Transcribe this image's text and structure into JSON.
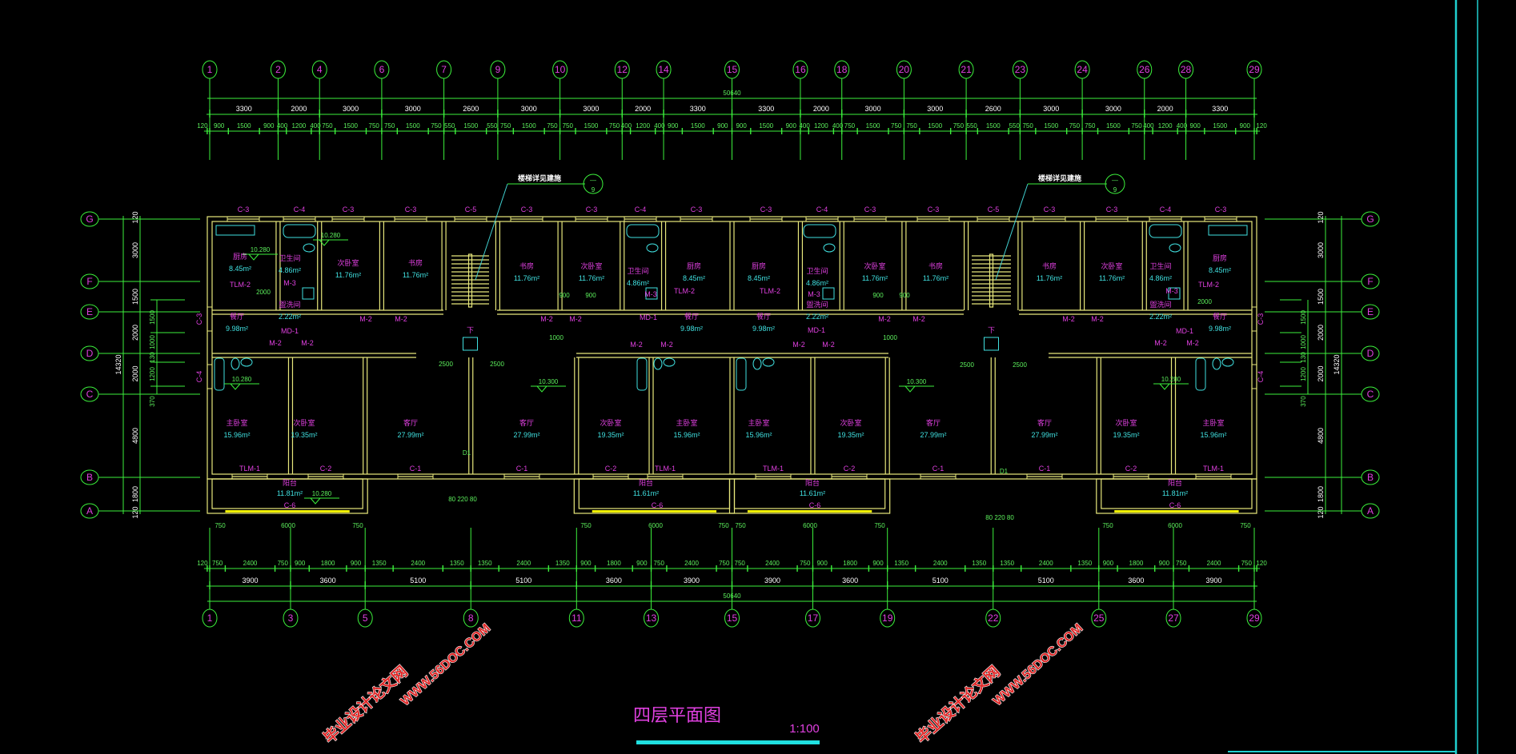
{
  "drawing": {
    "title": "四层平面图",
    "scale": "1:100"
  },
  "colors": {
    "background": "#000000",
    "dimension": "#3cf03c",
    "wall": "#e8e87c",
    "label": "#e040e0",
    "area": "#40e0e0",
    "frame": "#20d0d0",
    "watermark": "#e02828"
  },
  "axes_top": [
    "1",
    "2",
    "4",
    "6",
    "7",
    "9",
    "10",
    "12",
    "14",
    "15",
    "16",
    "18",
    "20",
    "21",
    "23",
    "24",
    "26",
    "28",
    "29"
  ],
  "axes_bottom": [
    "1",
    "3",
    "5",
    "8",
    "11",
    "13",
    "15",
    "17",
    "19",
    "22",
    "25",
    "27",
    "29"
  ],
  "axes_rows": [
    "G",
    "F",
    "E",
    "D",
    "C",
    "B",
    "A"
  ],
  "dims_top": {
    "total": "50640",
    "bays": [
      3300,
      2000,
      3000,
      3000,
      2600,
      3000,
      3000,
      2000,
      3300,
      3300,
      2000,
      3000,
      3000,
      2600,
      3000,
      3000,
      2000,
      3300
    ],
    "detail": [
      120,
      900,
      1500,
      900,
      400,
      1200,
      400,
      750,
      1500,
      750,
      750,
      1500,
      750,
      550,
      1500,
      550,
      750,
      1500,
      750,
      750,
      1500,
      750,
      400,
      1200,
      400,
      900,
      1500,
      900,
      900,
      1500,
      900,
      400,
      1200,
      400,
      750,
      1500,
      750,
      750,
      1500,
      750,
      550,
      1500,
      550,
      750,
      1500,
      750,
      750,
      1500,
      750,
      400,
      1200,
      400,
      900,
      1500,
      900,
      120
    ]
  },
  "dims_bottom": {
    "total": "50640",
    "bays": [
      3900,
      3600,
      5100,
      5100,
      3600,
      3900,
      3900,
      3600,
      5100,
      5100,
      3600,
      3900
    ],
    "detail": [
      120,
      750,
      2400,
      750,
      900,
      1800,
      900,
      1350,
      2400,
      1350,
      1350,
      2400,
      1350,
      900,
      1800,
      900,
      750,
      2400,
      750,
      750,
      2400,
      750,
      900,
      1800,
      900,
      1350,
      2400,
      1350,
      1350,
      2400,
      1350,
      900,
      1800,
      900,
      750,
      2400,
      750,
      120
    ]
  },
  "dims_left": {
    "total": "14320",
    "rows": [
      "120",
      "3000",
      "1500",
      "2000",
      "2000",
      "4800",
      "1800",
      "120"
    ],
    "detail": [
      "1500",
      "1000",
      "130",
      "1200",
      "370"
    ]
  },
  "dims_right": {
    "total": "14320",
    "rows": [
      "120",
      "3000",
      "1500",
      "2000",
      "2000",
      "4800",
      "1800",
      "120"
    ],
    "detail": [
      "1500",
      "1000",
      "130",
      "1200",
      "370"
    ]
  },
  "rooms": [
    {
      "name": "厨房",
      "area": "8.45m²"
    },
    {
      "name": "卫生间",
      "area": "4.86m²"
    },
    {
      "name": "次卧室",
      "area": "11.76m²"
    },
    {
      "name": "书房",
      "area": "11.76m²"
    },
    {
      "name": "书房",
      "area": "11.76m²"
    },
    {
      "name": "次卧室",
      "area": "11.76m²"
    },
    {
      "name": "卫生间",
      "area": "4.86m²"
    },
    {
      "name": "厨房",
      "area": "8.45m²"
    },
    {
      "name": "厨房",
      "area": "8.45m²"
    },
    {
      "name": "卫生间",
      "area": "4.86m²"
    },
    {
      "name": "次卧室",
      "area": "11.76m²"
    },
    {
      "name": "书房",
      "area": "11.76m²"
    },
    {
      "name": "书房",
      "area": "11.76m²"
    },
    {
      "name": "次卧室",
      "area": "11.76m²"
    },
    {
      "name": "卫生间",
      "area": "4.86m²"
    },
    {
      "name": "厨房",
      "area": "8.45m²"
    },
    {
      "name": "餐厅",
      "area": "9.98m²"
    },
    {
      "name": "盥洗间",
      "area": "2.22m²"
    },
    {
      "name": "餐厅",
      "area": "9.98m²"
    },
    {
      "name": "餐厅",
      "area": "9.98m²"
    },
    {
      "name": "盥洗间",
      "area": "2.22m²"
    },
    {
      "name": "盥洗间",
      "area": "2.22m²"
    },
    {
      "name": "餐厅",
      "area": "9.98m²"
    },
    {
      "name": "主卧室",
      "area": "15.96m²"
    },
    {
      "name": "次卧室",
      "area": "19.35m²"
    },
    {
      "name": "客厅",
      "area": "27.99m²"
    },
    {
      "name": "客厅",
      "area": "27.99m²"
    },
    {
      "name": "次卧室",
      "area": "19.35m²"
    },
    {
      "name": "主卧室",
      "area": "15.96m²"
    },
    {
      "name": "主卧室",
      "area": "15.96m²"
    },
    {
      "name": "次卧室",
      "area": "19.35m²"
    },
    {
      "name": "客厅",
      "area": "27.99m²"
    },
    {
      "name": "客厅",
      "area": "27.99m²"
    },
    {
      "name": "次卧室",
      "area": "19.35m²"
    },
    {
      "name": "主卧室",
      "area": "15.96m²"
    },
    {
      "name": "阳台",
      "area": "11.81m²"
    },
    {
      "name": "阳台",
      "area": "11.61m²"
    },
    {
      "name": "阳台",
      "area": "11.61m²"
    },
    {
      "name": "阳台",
      "area": "11.81m²"
    }
  ],
  "windows_top": [
    "C-3",
    "C-4",
    "C-3",
    "C-3",
    "C-5",
    "C-3",
    "C-3",
    "C-4",
    "C-3",
    "C-3",
    "C-4",
    "C-3",
    "C-3",
    "C-5",
    "C-3",
    "C-3",
    "C-4",
    "C-3"
  ],
  "windows_bottom": [
    "TLM-1",
    "C-2",
    "C-1",
    "C-1",
    "C-2",
    "TLM-1",
    "TLM-1",
    "C-2",
    "C-1",
    "C-1",
    "C-2",
    "TLM-1"
  ],
  "windows_balcony": [
    "C-6",
    "C-6",
    "C-6",
    "C-6"
  ],
  "windows_side": [
    "C-3",
    "C-4",
    "C-3",
    "C-4"
  ],
  "doors": [
    "M-2",
    "M-2",
    "M-2",
    "M-2",
    "M-2",
    "M-2",
    "M-2",
    "M-2",
    "M-2",
    "M-2",
    "M-2",
    "M-2",
    "M-2",
    "M-2",
    "M-2",
    "M-2",
    "MD-1",
    "MD-1",
    "MD-1",
    "MD-1",
    "TLM-2",
    "TLM-2",
    "TLM-2",
    "TLM-2",
    "M-3",
    "M-3",
    "M-3",
    "M-3"
  ],
  "levels": [
    "10.280",
    "10.280",
    "10.280",
    "10.300",
    "10.280",
    "10.300",
    "10.280"
  ],
  "inner_dims": [
    "2500",
    "2500",
    "2500",
    "2500",
    "750",
    "6000",
    "750",
    "750",
    "6000",
    "750",
    "750",
    "6000",
    "750",
    "750",
    "6000",
    "750",
    "900",
    "900",
    "900",
    "900",
    "1000",
    "1000",
    "2000",
    "2000"
  ],
  "stair_notes": [
    {
      "text": "楼梯详见建施",
      "ref_top": "—",
      "ref_bottom": "9",
      "flight": "下"
    },
    {
      "text": "楼梯详见建施",
      "ref_top": "—",
      "ref_bottom": "9",
      "flight": "下"
    }
  ],
  "downpipes": [
    {
      "label": "D1",
      "spacing": "80 220 80"
    },
    {
      "label": "D1",
      "spacing": "80 220 80"
    }
  ],
  "watermarks": [
    {
      "cn": "毕业设计论文网",
      "url": "WWW.56DOC.COM"
    },
    {
      "cn": "毕业设计论文网",
      "url": "WWW.56DOC.COM"
    }
  ]
}
